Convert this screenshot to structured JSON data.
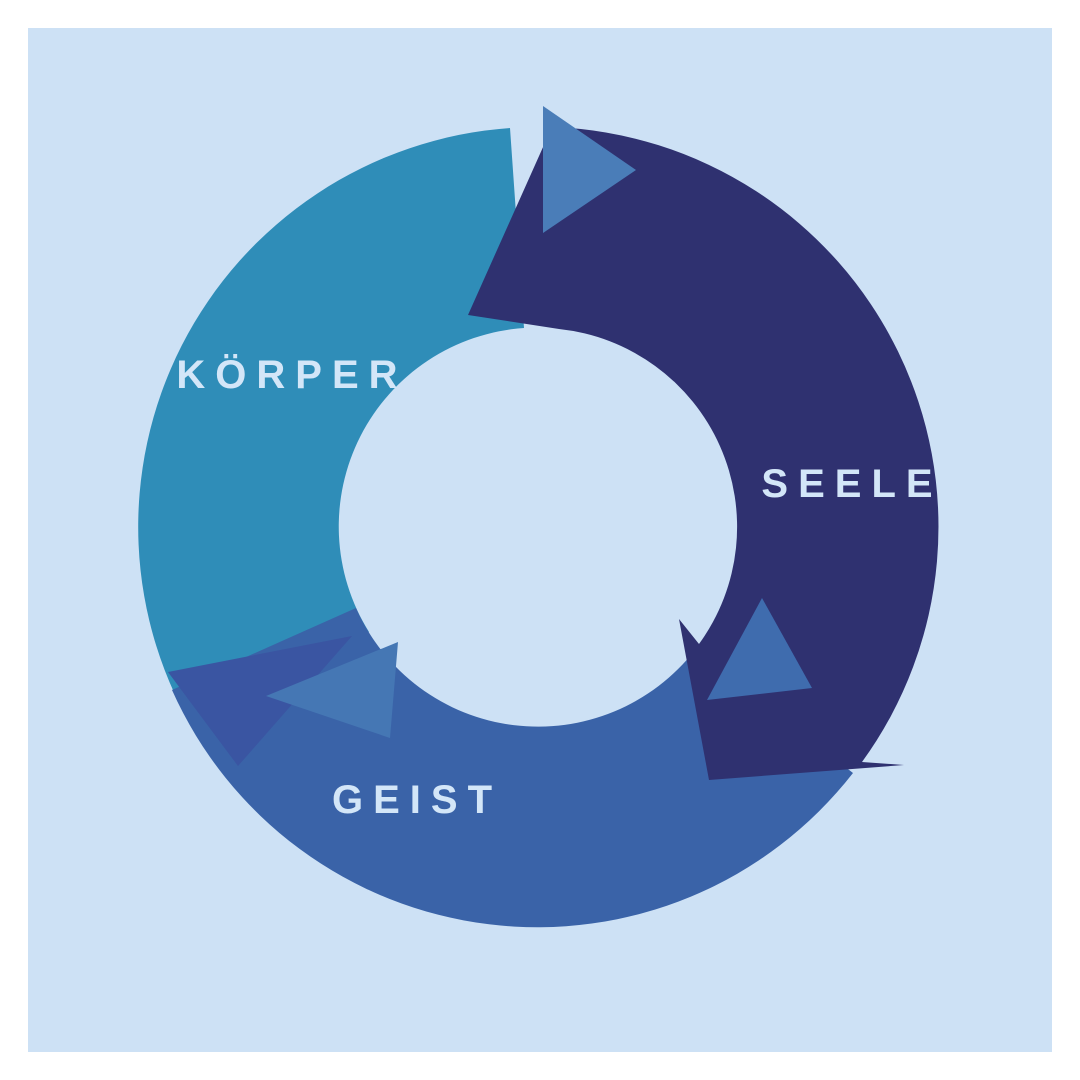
{
  "diagram": {
    "labels": {
      "koerper": "Körper",
      "seele": "Seele",
      "geist": "Geist"
    }
  },
  "colors": {
    "page_background": "#ffffff",
    "panel_background": "#cde1f5",
    "koerper_segment": "#2f8db8",
    "seele_segment": "#2f3170",
    "geist_segment": "#3a63a8",
    "geist_arrowhead": "#3a55a2",
    "arrow_accent_top": "#4a7db8",
    "arrow_accent_right": "#3f6cae",
    "arrow_accent_left": "#4577b4",
    "label_text": "#d3e6f8"
  }
}
